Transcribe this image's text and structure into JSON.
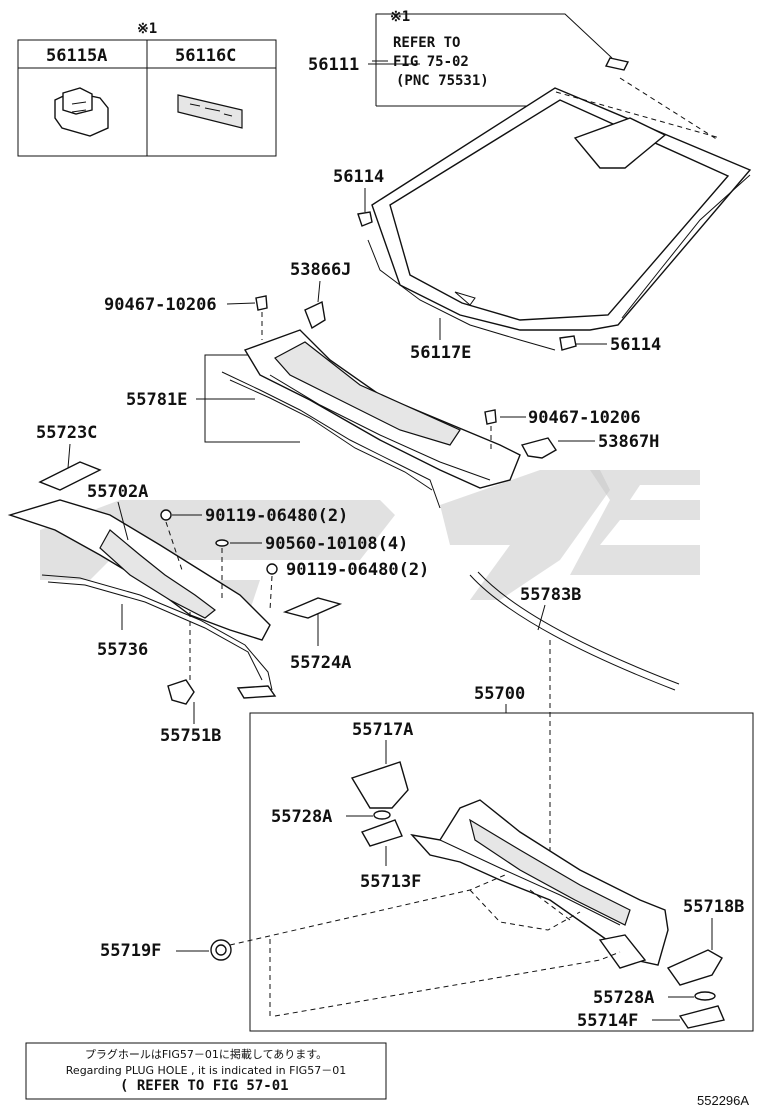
{
  "diagram": {
    "doc_id": "552296A",
    "inset": {
      "marker": "※1",
      "columns": [
        "56115A",
        "56116C"
      ]
    },
    "refer_box": {
      "marker": "※1",
      "line1": "REFER TO",
      "line2": "FIG 75-02",
      "line3": "(PNC 75531)"
    },
    "labels": {
      "p56111": "56111",
      "p56114_top": "56114",
      "p56114_bottom": "56114",
      "p56117E": "56117E",
      "p53866J": "53866J",
      "p90467_a": "90467-10206",
      "p90467_b": "90467-10206",
      "p55781E": "55781E",
      "p53867H": "53867H",
      "p55723C": "55723C",
      "p55702A": "55702A",
      "p90119_a": "90119-06480(2)",
      "p90560": "90560-10108(4)",
      "p90119_b": "90119-06480(2)",
      "p55783B": "55783B",
      "p55736": "55736",
      "p55724A": "55724A",
      "p55751B": "55751B",
      "p55700": "55700",
      "p55717A": "55717A",
      "p55728A_a": "55728A",
      "p55713F": "55713F",
      "p55718B": "55718B",
      "p55719F": "55719F",
      "p55728A_b": "55728A",
      "p55714F": "55714F"
    },
    "note": {
      "line_jp": "プラグホールはFIG57－01に掲載してあります。",
      "line_en": "Regarding PLUG HOLE , it is indicated in FIG57－01",
      "line_ref": "( REFER TO FIG 57-01"
    }
  }
}
